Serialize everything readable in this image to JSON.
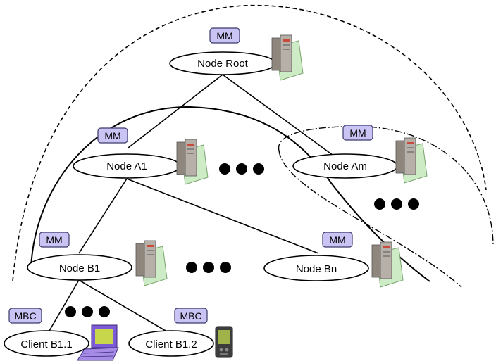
{
  "nodes": {
    "root": {
      "label": "Node Root",
      "tag": "MM"
    },
    "a1": {
      "label": "Node A1",
      "tag": "MM"
    },
    "am": {
      "label": "Node Am",
      "tag": "MM"
    },
    "b1": {
      "label": "Node B1",
      "tag": "MM"
    },
    "bn": {
      "label": "Node Bn",
      "tag": "MM"
    },
    "client1": {
      "label": "Client B1.1",
      "tag": "MBC"
    },
    "client2": {
      "label": "Client B1.2",
      "tag": "MBC"
    }
  },
  "colors": {
    "tag_fill": "#c9c4f4",
    "tag_stroke": "#3a3a6a",
    "line": "#000000",
    "server_body": "#b7b0a8",
    "server_shadow": "#8f877e",
    "pane_green": "#cdebc4",
    "laptop_purple": "#7e5bd6",
    "laptop_screen": "#c7d64a",
    "pda_dark": "#3c3c3c",
    "pda_screen": "#9fb34a"
  }
}
